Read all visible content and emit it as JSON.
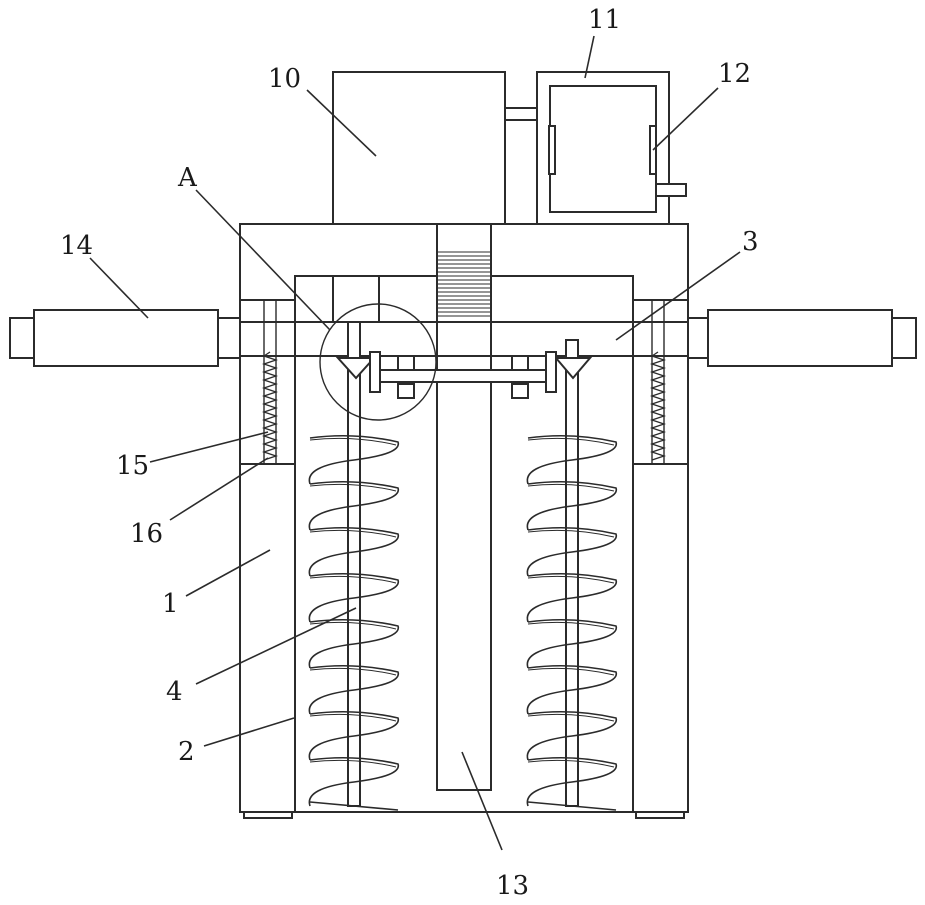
{
  "labels": {
    "l1": "1",
    "l2": "2",
    "l3": "3",
    "l4": "4",
    "l10": "10",
    "l11": "11",
    "l12": "12",
    "l13": "13",
    "l14": "14",
    "l15": "15",
    "l16": "16",
    "lA": "A"
  }
}
